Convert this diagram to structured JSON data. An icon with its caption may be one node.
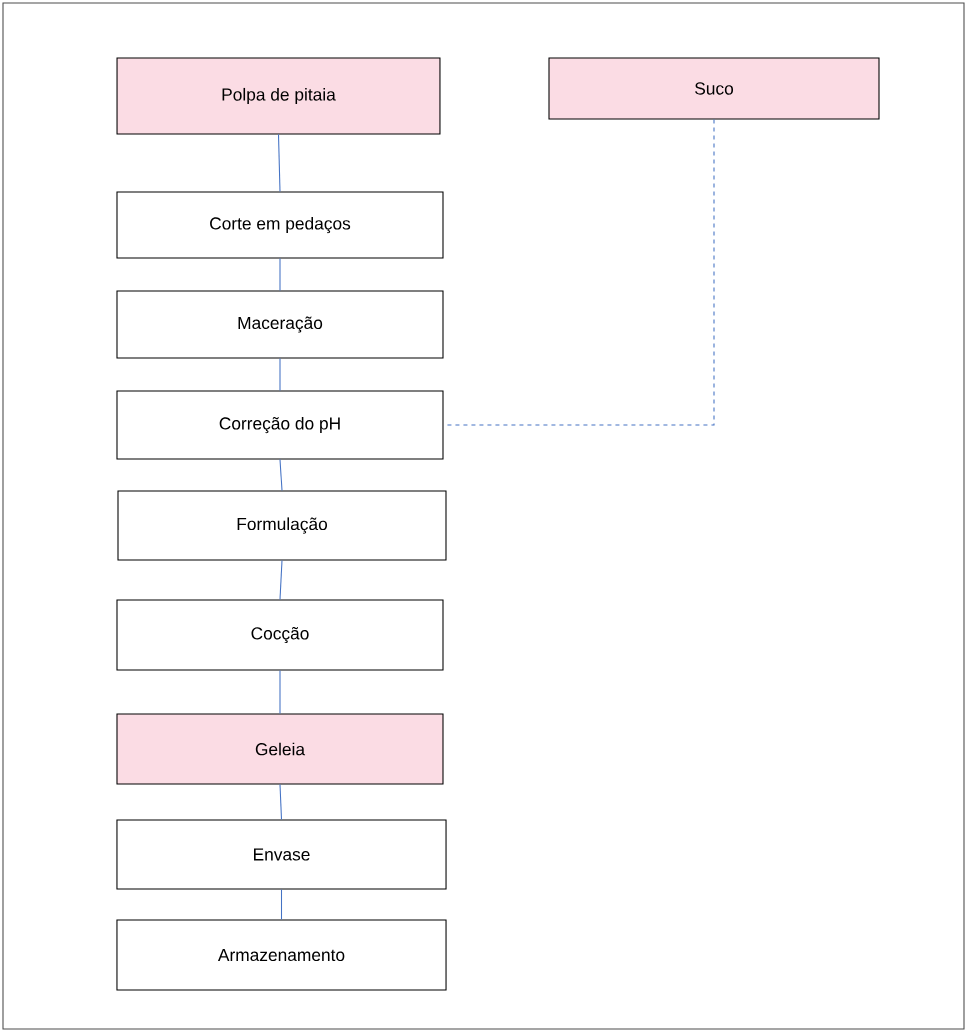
{
  "diagram": {
    "nodes": [
      {
        "text": [
          "Polpa de pitaia"
        ]
      },
      {
        "text": [
          "Suco"
        ]
      },
      {
        "text": [
          "Corte em pedaços"
        ]
      },
      {
        "text": [
          "Maceração"
        ]
      },
      {
        "text": [
          "Correção do pH"
        ]
      },
      {
        "text": [
          "Formulação"
        ]
      },
      {
        "text": [
          "Cocção"
        ]
      },
      {
        "text": [
          "Geleia"
        ]
      },
      {
        "text": [
          "Envase"
        ]
      },
      {
        "text": [
          "Armazenamento"
        ]
      }
    ],
    "edges": [
      {
        "from": 0,
        "to": 2,
        "arrow": "none"
      },
      {
        "from": 2,
        "to": 3,
        "arrow": "none"
      },
      {
        "from": 3,
        "to": 4,
        "arrow": "none"
      },
      {
        "from": 1,
        "to": 4,
        "arrow": "none",
        "style": "dashed"
      },
      {
        "from": 4,
        "to": 5,
        "arrow": "none"
      },
      {
        "from": 5,
        "to": 6,
        "arrow": "none"
      },
      {
        "from": 6,
        "to": 7,
        "arrow": "none"
      },
      {
        "from": 7,
        "to": 8,
        "arrow": "none"
      },
      {
        "from": 8,
        "to": 9,
        "arrow": "none"
      }
    ]
  }
}
